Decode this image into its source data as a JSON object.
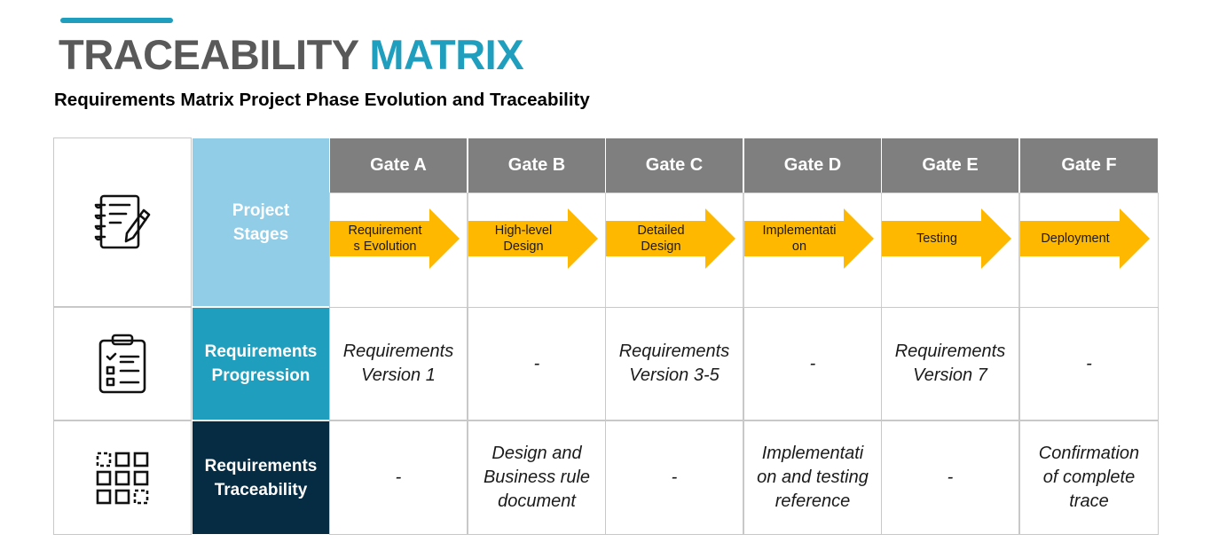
{
  "header": {
    "title_part1": "TRACEABILITY",
    "title_part2": "MATRIX",
    "subtitle": "Requirements Matrix Project Phase Evolution and Traceability"
  },
  "gates": [
    "Gate A",
    "Gate B",
    "Gate C",
    "Gate D",
    "Gate E",
    "Gate F"
  ],
  "rows": {
    "stages": {
      "label_line1": "Project",
      "label_line2": "Stages",
      "icon": "notebook-pencil-icon",
      "arrows": [
        [
          "Requirement",
          "s Evolution"
        ],
        [
          "High-level",
          "Design"
        ],
        [
          "Detailed",
          "Design"
        ],
        [
          "Implementati",
          "on"
        ],
        [
          "Testing"
        ],
        [
          "Deployment"
        ]
      ]
    },
    "progression": {
      "label_line1": "Requirements",
      "label_line2": "Progression",
      "icon": "clipboard-checklist-icon",
      "cells": [
        [
          "Requirements",
          "Version 1"
        ],
        [
          "-"
        ],
        [
          "Requirements",
          "Version 3-5"
        ],
        [
          "-"
        ],
        [
          "Requirements",
          "Version 7"
        ],
        [
          "-"
        ]
      ]
    },
    "traceability": {
      "label_line1": "Requirements",
      "label_line2": "Traceability",
      "icon": "grid-squares-icon",
      "cells": [
        [
          "-"
        ],
        [
          "Design and",
          "Business rule",
          "document"
        ],
        [
          "-"
        ],
        [
          "Implementati",
          "on and testing",
          "reference"
        ],
        [
          "-"
        ],
        [
          "Confirmation",
          "of complete",
          "trace"
        ]
      ]
    }
  },
  "colors": {
    "accent": "#1f9fbd",
    "title_gray": "#595959",
    "gate_header": "#7f7f7f",
    "arrow": "#ffb800",
    "stages_label": "#92cde8",
    "progression_label": "#1f9fbd",
    "traceability_label": "#062c43"
  }
}
